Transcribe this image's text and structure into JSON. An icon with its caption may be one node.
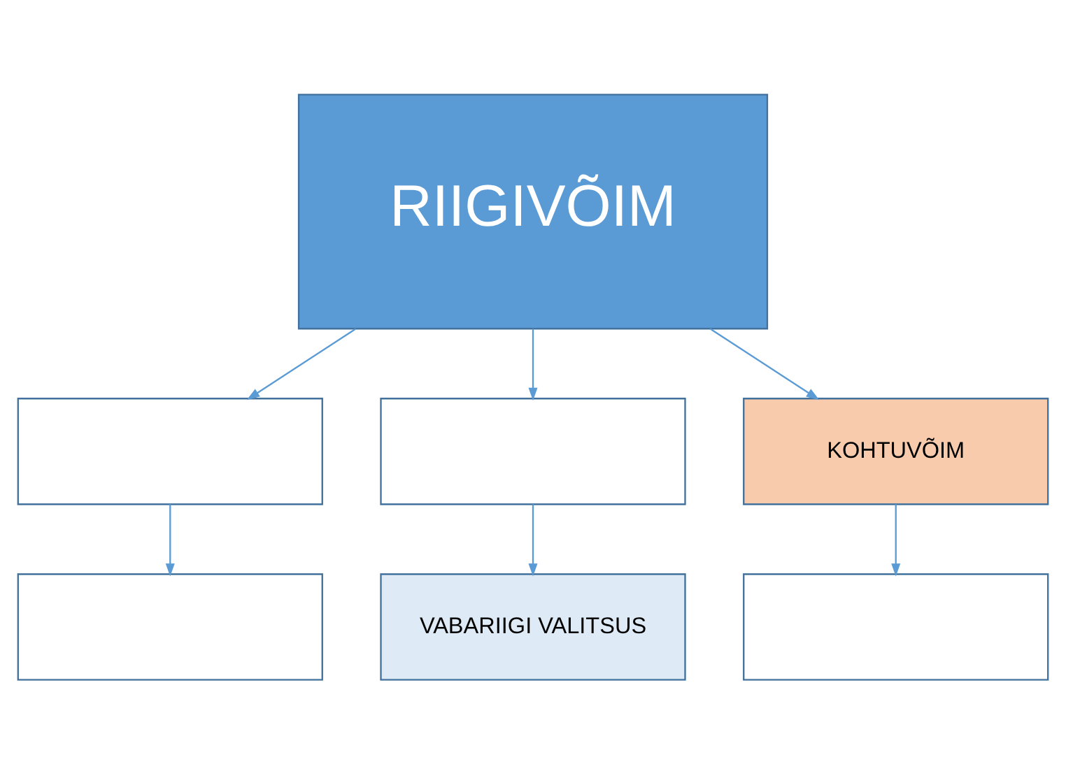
{
  "diagram": {
    "nodes": [
      {
        "text": [
          "RIIGIVÕIM"
        ]
      },
      {
        "text": [],
        "shape": "box"
      },
      {
        "text": [],
        "shape": "box"
      },
      {
        "text": [
          "KOHTUVÕIM"
        ]
      },
      {
        "text": [],
        "shape": "box"
      },
      {
        "text": [
          "VABARIIGI VALITSUS"
        ]
      },
      {
        "text": [],
        "shape": "box"
      }
    ],
    "edges": [
      {
        "from": 0,
        "to": 1,
        "arrow": "to"
      },
      {
        "from": 0,
        "to": 2,
        "arrow": "to"
      },
      {
        "from": 0,
        "to": 3,
        "arrow": "to"
      },
      {
        "from": 1,
        "to": 4,
        "arrow": "to"
      },
      {
        "from": 2,
        "to": 5,
        "arrow": "to"
      },
      {
        "from": 3,
        "to": 6,
        "arrow": "to"
      }
    ]
  }
}
